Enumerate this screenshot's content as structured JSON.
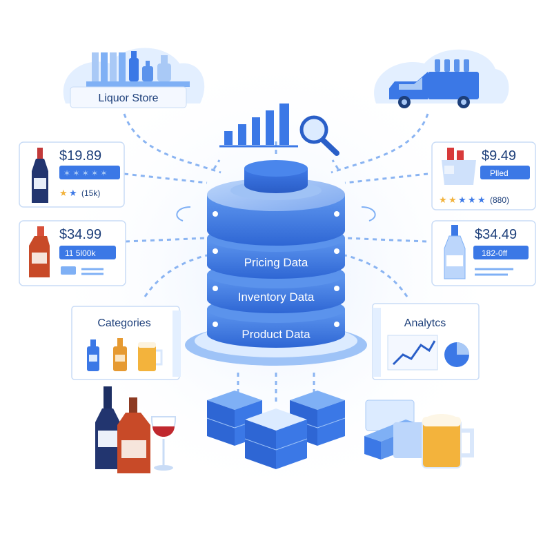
{
  "colors": {
    "primary": "#3b78e6",
    "primary_dark": "#2a5fc8",
    "primary_light": "#7fb0f5",
    "sky": "#e3efff",
    "card_border": "#c9dcf6",
    "text_dark": "#1d3f7a",
    "wine_blue": "#22356f",
    "whisky": "#c84a28",
    "amber": "#e69a32",
    "beer": "#f3b33c",
    "red": "#d83a3a",
    "star": "#f2b23b"
  },
  "store": {
    "label": "Liquor Store"
  },
  "database": {
    "layers": [
      "Pricing Data",
      "Inventory Data",
      "Product Data"
    ]
  },
  "cards": {
    "left_top": {
      "price": "$19.89",
      "rating_text": "(15k)"
    },
    "left_bottom": {
      "price": "$34.99",
      "badge": "11 5l00k"
    },
    "right_top": {
      "price": "$9.49",
      "badge": "Plled",
      "rating_text": "(880)"
    },
    "right_bottom": {
      "price": "$34.49",
      "badge": "182-0ff"
    }
  },
  "panels": {
    "categories": {
      "title": "Categories"
    },
    "analytics": {
      "title": "Analytcs"
    }
  },
  "icons": {
    "store": "liquor-store-shelf-icon",
    "truck": "delivery-truck-icon",
    "analytics": "bar-chart-magnifier-icon",
    "line_chart": "line-chart-icon",
    "pie_chart": "pie-chart-icon"
  }
}
